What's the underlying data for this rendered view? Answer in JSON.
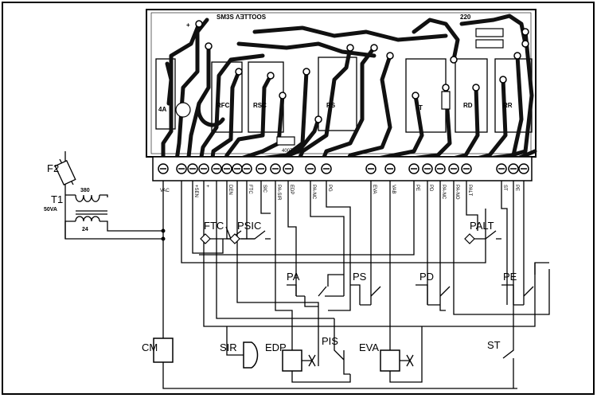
{
  "board": {
    "brand_mirrored": "SM3S ΛƎTTOOS",
    "relays": [
      "RFC",
      "RSC",
      "RS",
      "T",
      "RD",
      "RR"
    ],
    "fuse": "4A",
    "part_4007": "4007",
    "voltage": "220"
  },
  "terminals": [
    "VAC",
    "+SEN",
    "+",
    "DEN",
    "FTC",
    "SIC",
    "PA-SIR",
    "EDP",
    "PA-NC",
    "PG",
    "EVA",
    "VAB",
    "PE",
    "PD",
    "PA-NC",
    "PA-NO",
    "PALT",
    "ST",
    "PE"
  ],
  "transformer": {
    "fuse": "F2",
    "name": "T1",
    "rating": "50VA",
    "primary": "380",
    "secondary": "24"
  },
  "components": {
    "ftc": "FTC",
    "psic": "PSIC",
    "palt": "PALT",
    "pa": "PA",
    "ps": "PS",
    "pd": "PD",
    "pe": "PE",
    "cm": "CM",
    "sir": "SIR",
    "edp": "EDP",
    "pis": "PIS",
    "eva": "EVA",
    "st": "ST"
  }
}
